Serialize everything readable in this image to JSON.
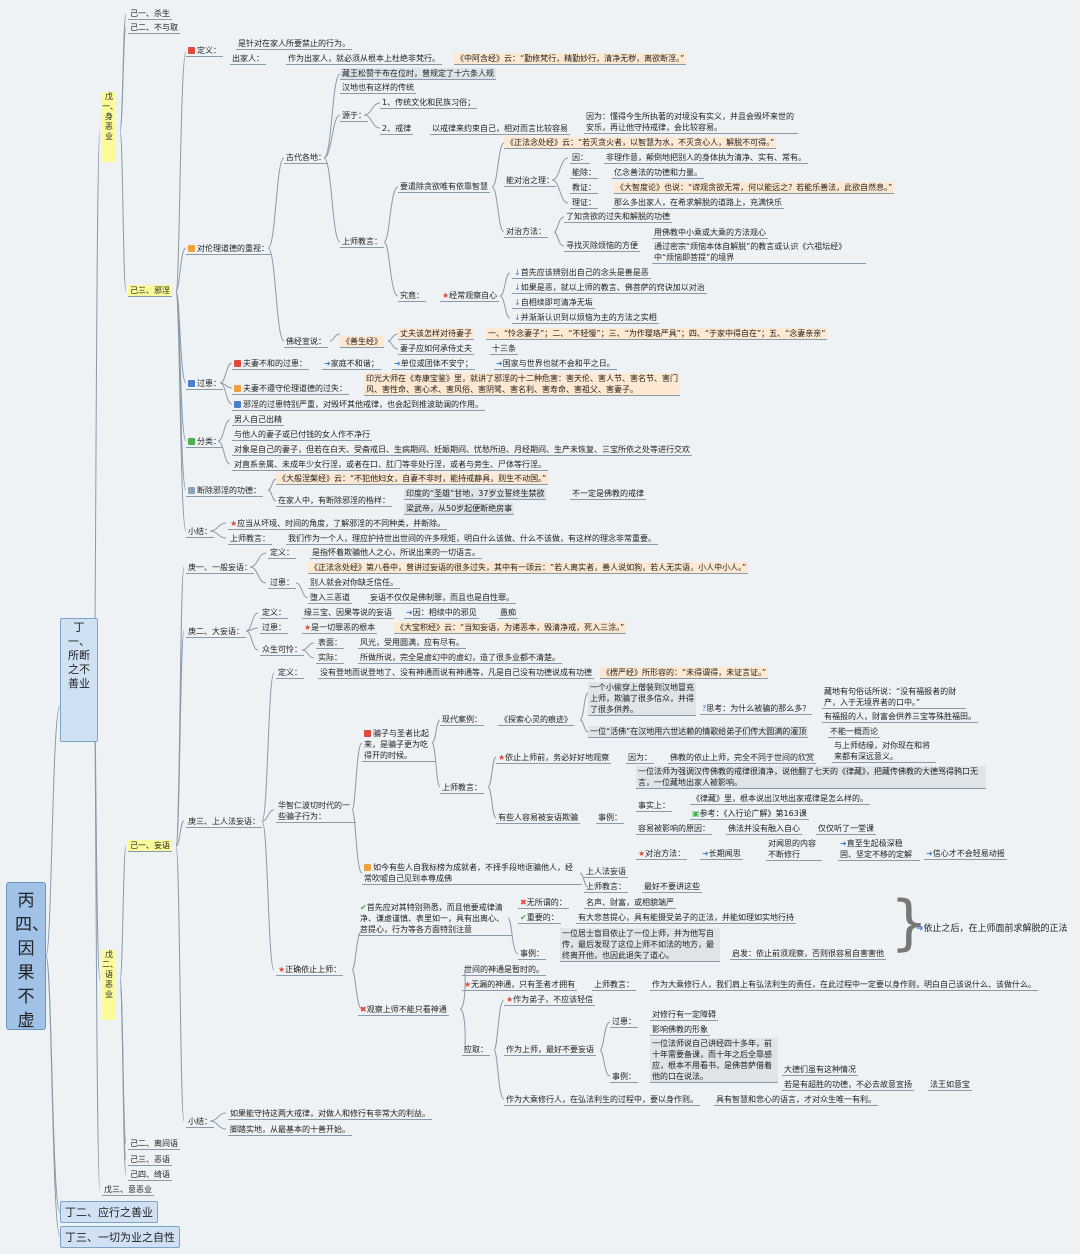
{
  "root": "丙四、因果不虚",
  "d1": {
    "ding1": "丁一、所断之不善业",
    "ding2": "丁二、应行之善业",
    "ding3": "丁三、一切为业之自性"
  },
  "wu": {
    "wu1": "戊一、身恶业",
    "wu2": "戊二、语恶业",
    "wu3": "戊三、意恶业"
  },
  "ji": {
    "sha": "己一、杀生",
    "buyu": "己二、不与取",
    "xieyin": "己三、邪淫",
    "wangyu": "己一、妄语",
    "lijian": "己二、离间语",
    "eyu": "己三、恶语",
    "qiyu": "己四、绮语"
  },
  "xieyin": {
    "dingyi_label": "定义：",
    "dingyi_text": "是针对在家人所要禁止的行为。",
    "chujia_label": "出家人：",
    "chujia_text": "作为出家人，就必须从根本上杜绝非梵行。",
    "chujia_quote": "《中阿含经》云：“勤修梵行，精勤妙行，清净无秽，离欲断淫。”",
    "lunli_label": "对伦理道德的重视：",
    "gudai_label": "古代各地：",
    "zangwang": "藏王松赞干布在位时，曾规定了十六条人规",
    "handi": "汉地也有这样的传统",
    "yuanyu_label": "源于：",
    "yuan1": "1、传统文化和民族习俗；",
    "yuan2": "2、戒律",
    "yuan2_text": "以戒律来约束自己，相对而言比较容易",
    "yuan2_reason": "因为：懂得今生所执著的对境没有实义，并且会毁坏来世的安乐，再让他守持戒律，会比较容易。",
    "shangshi_label": "上师教言：",
    "yao_label": "要遣除贪欲唯有依靠智慧",
    "zhengfa_quote": "《正法念处经》云：“若灭贪火者，以智慧为水，不灭贪心人，解脱不可得。”",
    "neng_label": "能对治之理：",
    "yin_label": "因：",
    "yin_text": "非理作意，颠倒地把别人的身体执为清净、实有、常有。",
    "chu_label": "能除：",
    "chu_text": "亿念善法的功德和力量。",
    "jiaozheng_label": "教证：",
    "jiaozheng_text": "《大智度论》也说：“谛观贪欲无常，何以能远之？若能乐善法，此欲自然息。”",
    "lizheng_label": "理证：",
    "lizheng_text": "那么多出家人，在希求解脱的道路上，充满快乐",
    "duizhi_label": "对治方法：",
    "duizhi1": "了知贪欲的过失和解脱的功德",
    "duizhi2": "寻找灭除烦恼的方便",
    "duizhi2a": "用佛教中小乘或大乘的方法观心",
    "duizhi2b": "通过密宗“烦恼本体自解脱”的教言或认识《六祖坛经》中“烦恼即菩提”的境界",
    "jiujing_label": "究竟：",
    "jiujing_star": "经常观察自心",
    "guan1": "首先应该辨别出自己的念头是善是恶",
    "guan2": "如果是恶，就以上师的教言、佛菩萨的窍诀加以对治",
    "guan3": "自相续即可清净无垢",
    "guan4": "并渐渐认识到以烦恼为主的方法之实相",
    "foujing_label": "佛经宣说：",
    "shansheng": "《善生经》",
    "zhangfu": "丈夫该怎样对待妻子",
    "zhangfu_text": "一、“怜念妻子”；二、“不轻慢”；三、“为作璎珞严具”；四、“于家中得自在”；五、“念妻亲亲”",
    "qizi": "妻子应如何承侍丈夫",
    "qizi_text": "十三条",
    "guohuan_label": "过患：",
    "gh1_label": "夫妻不和的过患：",
    "gh1_a": "家庭不和谐；",
    "gh1_b": "单位或团体不安宁；",
    "gh1_c": "国家与世界也就不会和平之日。",
    "gh2_label": "夫妻不遵守伦理道德的过失：",
    "gh2_text": "印光大师在《寿康宝鉴》里，就讲了邪淫的十二种危害：害天伦、害人节、害名节、害门风、害性命、害心术、害风俗、害阴骘、害名利、害寿命、害祖父、害妻子。",
    "gh3": "邪淫的过患特别严重，对毁坏其他戒律，也会起到推波助澜的作用。",
    "fenlei_label": "分类：",
    "fl1": "男人自己出精",
    "fl2": "与他人的妻子或已付钱的女人作不净行",
    "fl3": "对象是自己的妻子，但若在白天、受斋戒日、生病期间、妊娠期间、忧愁所迫、月经期间、生产未恢复、三宝所依之处等进行交欢",
    "fl4": "对直系亲属、未成年少女行淫，或者在口、肛门等非处行淫，或者与旁生、尸体等行淫。",
    "duanchu_label": "断除邪淫的功德：",
    "dc1": "《大般涅槃经》云：“不犯他妇女，自妻不非时，能持戒静具，则生不动国。”",
    "dc2_label": "在家人中，有断除邪淫的楷样：",
    "dc2a": "印度的“圣雄”甘地，37岁立誓终生禁欲",
    "dc2a_note": "不一定是佛教的戒律",
    "dc2b": "梁武帝，从50岁起便断绝房事",
    "xiaojie_label": "小结：",
    "xj1": "应当从坏境、时间的角度，了解邪淫的不同种类，并断除。",
    "xj2_label": "上师教言：",
    "xj2_text": "我们作为一个人，理应护持世出世间的许多规矩，明白什么该做、什么不该做，有这样的理念非常重要。"
  },
  "wangyu": {
    "geng1": "庚一、一般妄语：",
    "g1_dingyi_label": "定义：",
    "g1_dingyi": "是指怀着欺骗他人之心，所说出来的一切语言。",
    "g1_guo_label": "过患：",
    "g1_guo1": "《正法念处经》第八卷中，曾讲过妄语的很多过失，其中有一颂云：“若人离实者，善人说如狗，若人无实语，小人中小人。”",
    "g1_guo2": "别人就会对你缺乏信任。",
    "g1_guo3": "堕入三恶道",
    "g1_guo3b": "妄语不仅仅是佛制罪，而且也是自性罪。",
    "geng2": "庚二、大妄语：",
    "g2_dingyi_label": "定义：",
    "g2_dingyi": "缘三宝、因果等说的妄语",
    "g2_dingyi_b": "因：相续中的邪见",
    "g2_dingyi_c": "愚痴",
    "g2_guo_label": "过患：",
    "g2_guo_star": "是一切罪恶的根本",
    "g2_guo_quote": "《大宝积经》云：“当知妄语，为诸恶本，毁清净戒，死入三涂。”",
    "g2_ke_label": "众生可怜：",
    "g2_biao_label": "表面：",
    "g2_biao": "风光，受用圆满，应有尽有。",
    "g2_shi_label": "实际：",
    "g2_shi": "所做所说，完全是虚幻中的虚幻，造了很多业都不清楚。",
    "geng3": "庚三、上人法妄语：",
    "g3_dingyi_label": "定义：",
    "g3_dingyi": "没有登地而说登地了、没有神通而说有神通等，凡是自己没有功德说成有功德",
    "g3_dingyi_quote": "《楞严经》所形容的：“未得谓得，未证言证。”",
    "huazhi": "华智仁波切时代的一些骗子行为：",
    "pian_label": "骗子与圣者比起来，是骗子更为吃得开的时候。",
    "xiandai_label": "现代案例：",
    "tansuo": "《探索心灵的痕迹》",
    "tansuo_a": "一个小偷穿上僧装到汉地冒充上师，欺骗了很多信众，并得了很多供养。",
    "sikao": "思考：为什么被骗的那么多？",
    "sikao_a": "藏地有句俗话所说：“没有福报者的财产，入于无境界者的口中。”",
    "sikao_b": "有福报的人，财富会供养三宝等殊胜福田。",
    "huofo": "一位“活佛”在汉地用六世达赖的情歌给弟子们传大圆满的灌顶",
    "huofo_b": "不能一概而论",
    "shangshi_label": "上师教言：",
    "yizhi": "依止上师前，务必好好地观察",
    "yinwei": "因为：",
    "yinwei_text": "佛教的依止上师，完全不同于世间的欣赏",
    "yinwei_b": "与上师结缘，对你现在和将来都有深远意义。",
    "youxie": "有些人容易被妄语欺骗",
    "shili_label": "事例：",
    "shili1": "一位法师为强调汉传佛教的戒律很清净，说他翻了七天的《律藏》，把藏传佛教的大德骂得鸦口无言，一位藏地出家人被影响。",
    "shishi_label": "事实上：",
    "shishi": "《律藏》里，根本说出汉地出家戒律是怎么样的。",
    "cankao": "参考：《入行论广解》第163课",
    "rongyi": "容易被影响的原因：",
    "rongyi_a": "佛法并没有融入自心",
    "rongyi_b": "仅仅听了一堂课",
    "duizhi_star": "对治方法：",
    "duizhi_a": "长期闻思",
    "duizhi_b": "对闻思的内容不断修行",
    "duizhi_c": "直至生起极深稳固、坚定不移的定解",
    "duizhi_d": "信心才不会轻易动摇",
    "ruxie": "如今有些人自我标榜为成就者，不择手段地诓骗他人，经常吹嘘自己见到本尊成佛",
    "shangrenfa": "上人法妄语",
    "shangshi2_label": "上师教言：",
    "shangshi2": "最好不要讲这些",
    "zhengque_star": "正确依止上师：",
    "shouxian": "首先应对其特别熟悉，而且他要戒律清净、谦虚谨慎、表里如一，具有出离心、菩提心，行为等各方面特别注意",
    "wusuowei": "无所谓的：",
    "wusuowei_t": "名声、财富，或相貌端严",
    "zhongyao": "重要的：",
    "zhongyao_t": "有大悲菩提心，具有能摄受弟子的正法，并能如理如实地行持",
    "shili2_label": "事例：",
    "shili2": "一位居士盲目依止了一位上师，并为他写自传，最后发现了这位上师不如法的地方，最终离开他，也因此退失了道心。",
    "qifa": "启发：依止前须观察，否则很容易自害害他",
    "brace_note": "依止之后，在上师面前求解脱的正法",
    "guancha_label": "观察上师不能只看神通",
    "shijian": "世间的神通是暂时的。",
    "wulou": "无漏的神通，只有圣者才拥有",
    "shangshi3_label": "上师教言：",
    "shangshi3": "作为大乘修行人，我们肩上有弘法利生的责任，在此过程中一定要以身作则，明白自己该说什么、该做什么。",
    "yingqu_label": "应取：",
    "zuowei": "作为弟子，不应该轻信",
    "zuowei2": "作为上师，最好不要妄语",
    "guo_label": "过患：",
    "guo1": "对修行有一定障碍",
    "guo2": "影响佛教的形象",
    "shili3_label": "事例：",
    "shili3": "一位法师说自己讲经四十多年，前十年需要备课，而十年之后全靠感应，根本不用看书，是佛菩萨借着他的口在说法。",
    "shili3_a": "大德们虽有这种情况",
    "shili3_b": "若是有超胜的功德，不必去故意宣扬",
    "shili3_c": "法王如意宝",
    "dasheng": "作为大乘修行人，在弘法利生的过程中，要以身作则。",
    "dasheng_b": "具有智慧和悲心的语言，才对众生唯一有利。",
    "xiaojie_label": "小结：",
    "xj1": "如果能守持这两大戒律，对做人和修行有非常大的利益。",
    "xj2": "脚踏实地，从最基本的十善开始。"
  }
}
